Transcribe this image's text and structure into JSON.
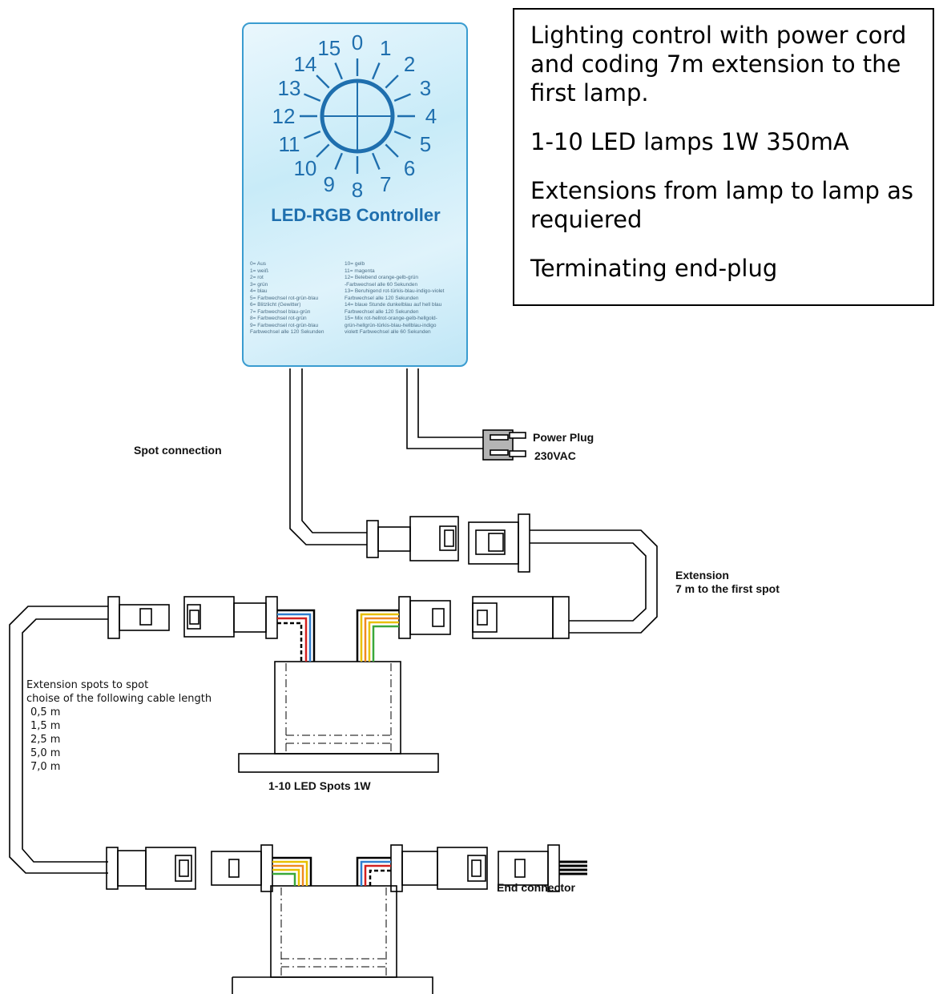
{
  "info_box": {
    "line1": "Lighting control with power cord and coding 7m extension to the first lamp.",
    "line2": "1-10 LED lamps 1W 350mA",
    "line3": "Extensions from lamp to lamp as requiered",
    "line4": "Terminating end-plug"
  },
  "controller": {
    "title": "LED-RGB Controller",
    "dial_numbers": [
      "0",
      "1",
      "2",
      "3",
      "4",
      "5",
      "6",
      "7",
      "8",
      "9",
      "10",
      "11",
      "12",
      "13",
      "14",
      "15"
    ],
    "legend_left": [
      "0= Aus",
      "1= weiß",
      "2= rot",
      "3= grün",
      "4= blau",
      "5= Farbwechsel rot-grün-blau",
      "6= Blitzlicht (Gewitter)",
      "7= Farbwechsel blau-grün",
      "8= Farbwechsel rot-grün",
      "9= Farbwechsel rot-grün-blau",
      "   Farbwechsel alle 120 Sekunden"
    ],
    "legend_right": [
      "10= gelb",
      "11= magenta",
      "12= Belebend orange-gelb-grün",
      "   -Farbwechsel alle 60 Sekunden",
      "13= Beruhigend rot-türkis-blau-indigo-violet",
      "   Farbwechsel alle 120 Sekunden",
      "14= blaue Stunde dunkelblau auf hell blau",
      "   Farbwechsel alle 120 Sekunden",
      "15= Mix rot-hellrot-orange-gelb-hellgold-",
      "   grün-hellgrün-türkis-blau-hellblau-indigo",
      "   violett Farbwechsel alle 60 Sekunden"
    ]
  },
  "labels": {
    "spot_connection": "Spot connection",
    "power_plug": "Power Plug",
    "voltage": "230VAC",
    "extension_title": "Extension",
    "extension_sub": "7 m to the first spot",
    "spots": "1-10 LED Spots 1W",
    "end_connector": "End connector",
    "ext_spots_title": "Extension spots to spot",
    "ext_spots_sub": "choise of the following cable length",
    "lengths": [
      "0,5 m",
      "1,5 m",
      "2,5 m",
      "5,0 m",
      "7,0 m"
    ]
  },
  "colors": {
    "controller_border": "#3a9cd0",
    "controller_text": "#1f6fae",
    "wire_blue": "#2f7fd0",
    "wire_red": "#d22020",
    "wire_yellow": "#e8c000",
    "wire_orange": "#f08a20",
    "wire_green": "#3aa83a",
    "plug_gray": "#b4b4b4"
  }
}
